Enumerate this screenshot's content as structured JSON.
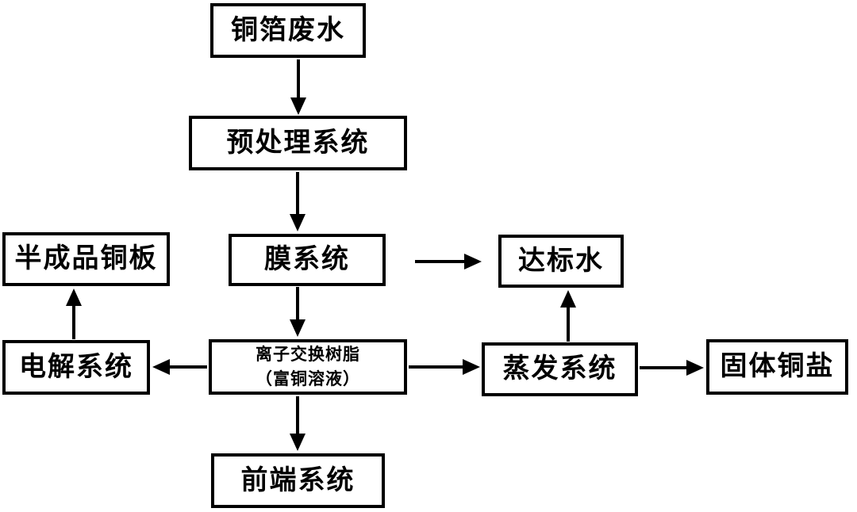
{
  "diagram": {
    "type": "flowchart",
    "colors": {
      "background": "#ffffff",
      "box_fill": "#ffffff",
      "box_border": "#000000",
      "arrow": "#000000",
      "text": "#000000"
    },
    "nodes": {
      "copper_foil_wastewater": {
        "label": "铜箔废水"
      },
      "pretreatment_system": {
        "label": "预处理系统"
      },
      "membrane_system": {
        "label": "膜系统"
      },
      "standard_water": {
        "label": "达标水"
      },
      "semi_finished_copper_plate": {
        "label": "半成品铜板"
      },
      "electrolysis_system": {
        "label": "电解系统"
      },
      "ion_exchange_resin": {
        "label_line1": "离子交换树脂",
        "label_line2": "（富铜溶液）"
      },
      "evaporation_system": {
        "label": "蒸发系统"
      },
      "solid_copper_salt": {
        "label": "固体铜盐"
      },
      "front_end_system": {
        "label": "前端系统"
      }
    },
    "edges": [
      {
        "from": "铜箔废水",
        "to": "预处理系统"
      },
      {
        "from": "预处理系统",
        "to": "膜系统"
      },
      {
        "from": "膜系统",
        "to": "达标水"
      },
      {
        "from": "膜系统",
        "to": "离子交换树脂（富铜溶液）"
      },
      {
        "from": "离子交换树脂（富铜溶液）",
        "to": "电解系统"
      },
      {
        "from": "电解系统",
        "to": "半成品铜板"
      },
      {
        "from": "离子交换树脂（富铜溶液）",
        "to": "蒸发系统"
      },
      {
        "from": "蒸发系统",
        "to": "达标水"
      },
      {
        "from": "蒸发系统",
        "to": "固体铜盐"
      },
      {
        "from": "离子交换树脂（富铜溶液）",
        "to": "前端系统"
      }
    ]
  }
}
